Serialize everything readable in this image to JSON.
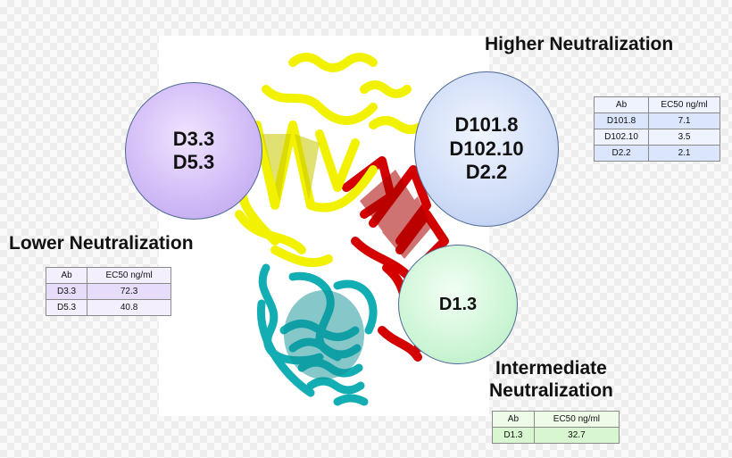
{
  "higher": {
    "heading": "Higher Neutralization",
    "antibodies": [
      "D101.8",
      "D102.10",
      "D2.2"
    ],
    "table": {
      "header": [
        "Ab",
        "EC50 ng/ml"
      ],
      "rows": [
        [
          "D101.8",
          "7.1"
        ],
        [
          "D102.10",
          "3.5"
        ],
        [
          "D2.2",
          "2.1"
        ]
      ]
    }
  },
  "lower": {
    "heading": "Lower Neutralization",
    "antibodies": [
      "D3.3",
      "D5.3"
    ],
    "table": {
      "header": [
        "Ab",
        "EC50 ng/ml"
      ],
      "rows": [
        [
          "D3.3",
          "72.3"
        ],
        [
          "D5.3",
          "40.8"
        ]
      ]
    }
  },
  "intermediate": {
    "heading_line1": "Intermediate",
    "heading_line2": "Neutralization",
    "antibodies": [
      "D1.3"
    ],
    "table": {
      "header": [
        "Ab",
        "EC50 ng/ml"
      ],
      "rows": [
        [
          "D1.3",
          "32.7"
        ]
      ]
    }
  },
  "colors": {
    "domain_yellow": "#f2f200",
    "domain_red": "#d40000",
    "domain_cyan": "#12aeb4",
    "higher_circle": "#cfdcf7",
    "lower_circle": "#d3bdf7",
    "intermediate_circle": "#cdf5d6"
  }
}
